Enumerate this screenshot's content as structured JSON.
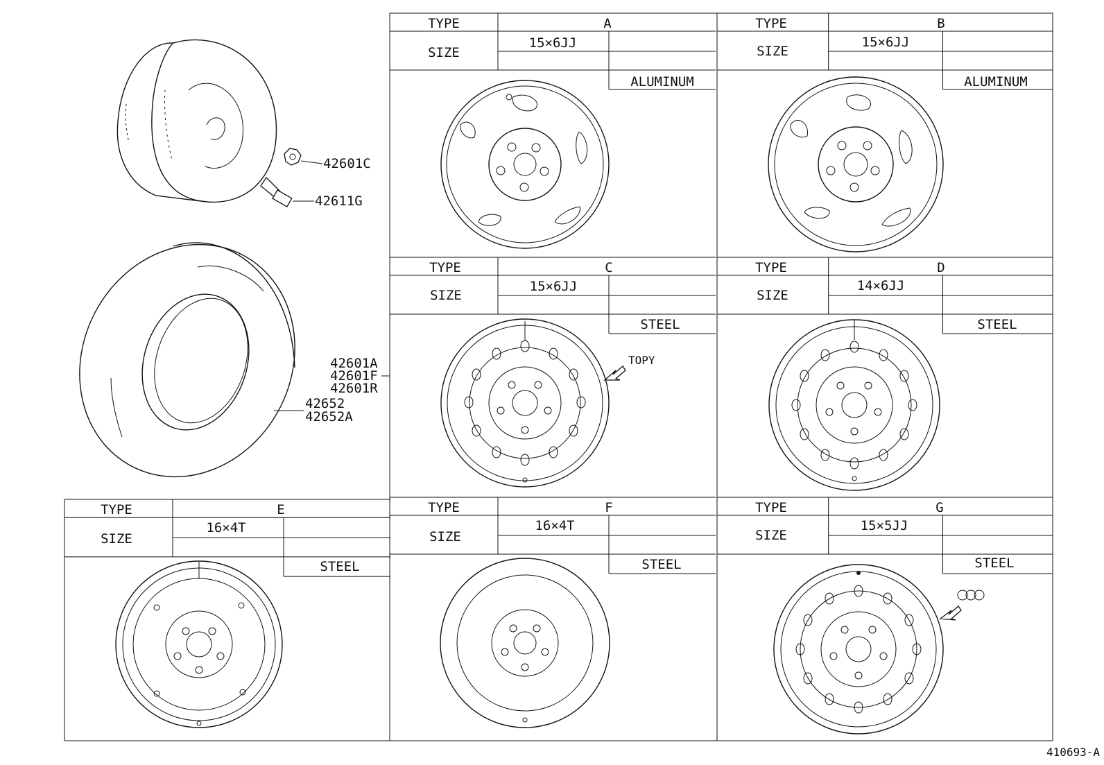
{
  "cells": [
    {
      "id": "A",
      "type_label": "TYPE",
      "type_value": "A",
      "size_label": "SIZE",
      "size_value": "15×6JJ",
      "material": "ALUMINUM"
    },
    {
      "id": "B",
      "type_label": "TYPE",
      "type_value": "B",
      "size_label": "SIZE",
      "size_value": "15×6JJ",
      "material": "ALUMINUM"
    },
    {
      "id": "C",
      "type_label": "TYPE",
      "type_value": "C",
      "size_label": "SIZE",
      "size_value": "15×6JJ",
      "material": "STEEL",
      "note": "TOPY"
    },
    {
      "id": "D",
      "type_label": "TYPE",
      "type_value": "D",
      "size_label": "SIZE",
      "size_value": "14×6JJ",
      "material": "STEEL"
    },
    {
      "id": "E",
      "type_label": "TYPE",
      "type_value": "E",
      "size_label": "SIZE",
      "size_value": "16×4T",
      "material": "STEEL"
    },
    {
      "id": "F",
      "type_label": "TYPE",
      "type_value": "F",
      "size_label": "SIZE",
      "size_value": "16×4T",
      "material": "STEEL"
    },
    {
      "id": "G",
      "type_label": "TYPE",
      "type_value": "G",
      "size_label": "SIZE",
      "size_value": "15×5JJ",
      "material": "STEEL"
    }
  ],
  "parts": {
    "nut": "42601C",
    "valve": "42611G",
    "wheel": [
      "42601A",
      "42601F",
      "42601R"
    ],
    "tire": [
      "42652",
      "42652A"
    ]
  },
  "figure_id": "410693-A"
}
